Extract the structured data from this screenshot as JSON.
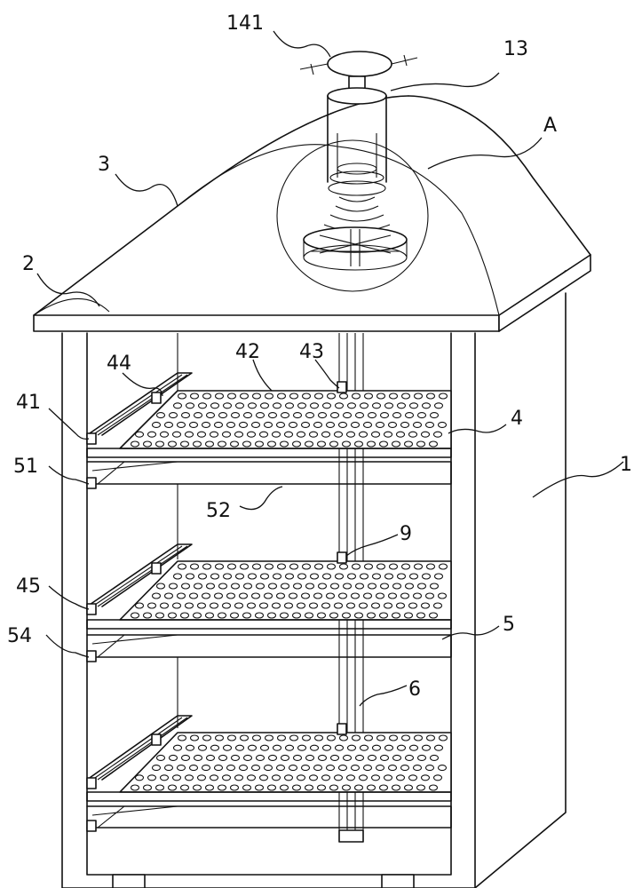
{
  "labels": {
    "l141": "141",
    "l13": "13",
    "lA": "A",
    "l3": "3",
    "l2": "2",
    "l44": "44",
    "l42": "42",
    "l43": "43",
    "l41": "41",
    "l4": "4",
    "l51": "51",
    "l52": "52",
    "l1": "1",
    "l9": "9",
    "l45": "45",
    "l54": "54",
    "l5": "5",
    "l6": "6"
  }
}
